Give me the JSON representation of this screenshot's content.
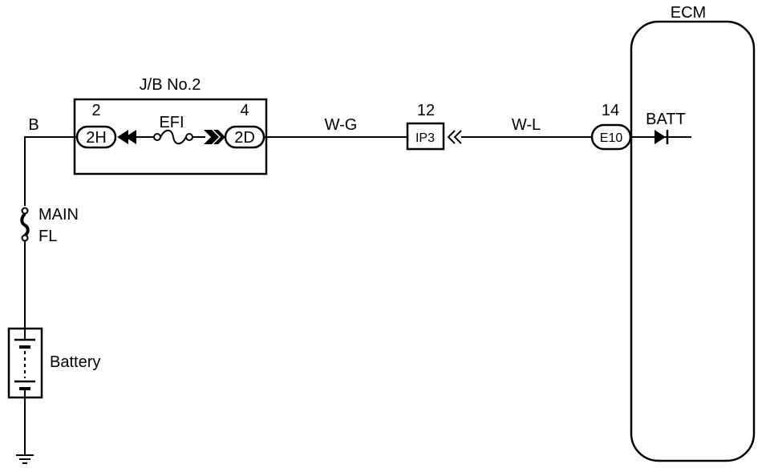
{
  "ecm": {
    "label": "ECM",
    "pin_number": "14",
    "connector": "E10",
    "terminal": "BATT"
  },
  "junction_block": {
    "label": "J/B No.2",
    "left_pin": "2",
    "left_connector": "2H",
    "right_pin": "4",
    "right_connector": "2D",
    "fuse": "EFI"
  },
  "wires": {
    "battery_to_jb": "B",
    "jb_to_ip3": "W-G",
    "ip3_to_ecm": "W-L"
  },
  "ip3": {
    "pin_number": "12",
    "connector": "IP3"
  },
  "main_fuse": {
    "line1": "MAIN",
    "line2": "FL"
  },
  "battery": {
    "label": "Battery"
  }
}
